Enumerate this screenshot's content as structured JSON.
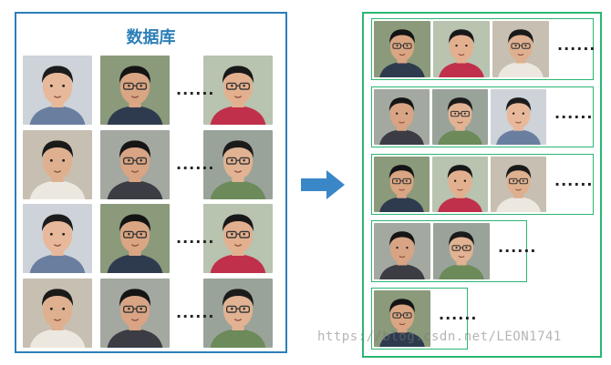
{
  "database": {
    "title": "数据库",
    "rows": [
      {
        "faces": [
          "face-a",
          "face-b",
          "face-c"
        ],
        "ellipsis": "......"
      },
      {
        "faces": [
          "face-d",
          "face-e",
          "face-f"
        ],
        "ellipsis": "......"
      },
      {
        "faces": [
          "face-g",
          "face-h",
          "face-i"
        ],
        "ellipsis": "......"
      },
      {
        "faces": [
          "face-j",
          "face-k",
          "face-l"
        ],
        "ellipsis": "......"
      }
    ]
  },
  "arrow": {
    "color": "#3a87c8",
    "icon": "right-arrow-icon"
  },
  "clusters": [
    {
      "faces": [
        "face-a1",
        "face-a2",
        "face-a3"
      ],
      "ellipsis": "......"
    },
    {
      "faces": [
        "face-b1",
        "face-b2",
        "face-b3"
      ],
      "ellipsis": "......"
    },
    {
      "faces": [
        "face-c1",
        "face-c2",
        "face-c3"
      ],
      "ellipsis": "......"
    },
    {
      "faces": [
        "face-d1",
        "face-d2"
      ],
      "ellipsis": "......"
    },
    {
      "faces": [
        "face-e1"
      ],
      "ellipsis": "......"
    }
  ],
  "watermark": "https://blog.csdn.net/LEON1741",
  "colors": {
    "database_border": "#2c7fb8",
    "cluster_border": "#2bb673",
    "title": "#2c7fb8"
  }
}
